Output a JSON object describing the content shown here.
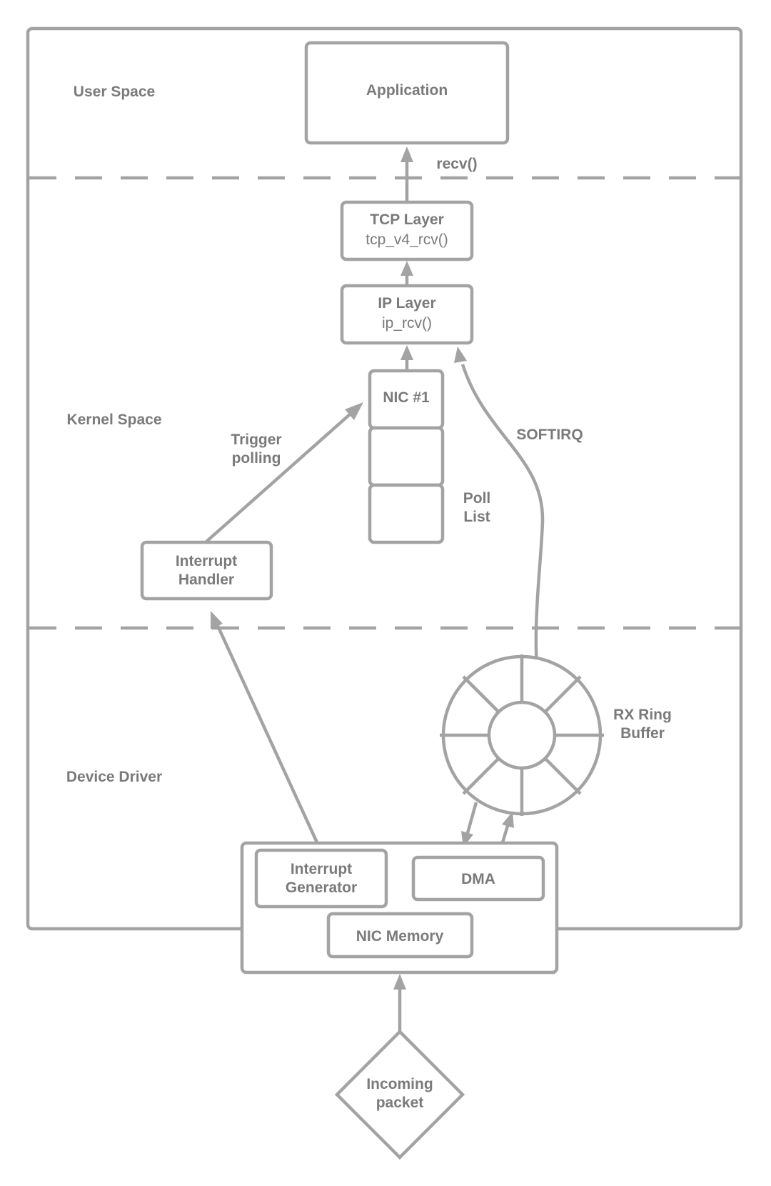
{
  "regions": {
    "user_space": "User Space",
    "kernel_space": "Kernel Space",
    "device_driver": "Device Driver"
  },
  "nodes": {
    "application": "Application",
    "recv_call": "recv()",
    "tcp_layer": {
      "title": "TCP Layer",
      "func": "tcp_v4_rcv()"
    },
    "ip_layer": {
      "title": "IP Layer",
      "func": "ip_rcv()"
    },
    "nic_1": "NIC #1",
    "poll_list": [
      "Poll",
      "List"
    ],
    "interrupt_handler": [
      "Interrupt",
      "Handler"
    ],
    "trigger_polling": [
      "Trigger",
      "polling"
    ],
    "softirq": "SOFTIRQ",
    "rx_ring_buffer": [
      "RX Ring",
      "Buffer"
    ],
    "interrupt_generator": [
      "Interrupt",
      "Generator"
    ],
    "dma": "DMA",
    "nic_memory": "NIC Memory",
    "incoming_packet": [
      "Incoming",
      "packet"
    ]
  },
  "colors": {
    "stroke": "#a3a3a3",
    "text": "#7a7a7a"
  }
}
